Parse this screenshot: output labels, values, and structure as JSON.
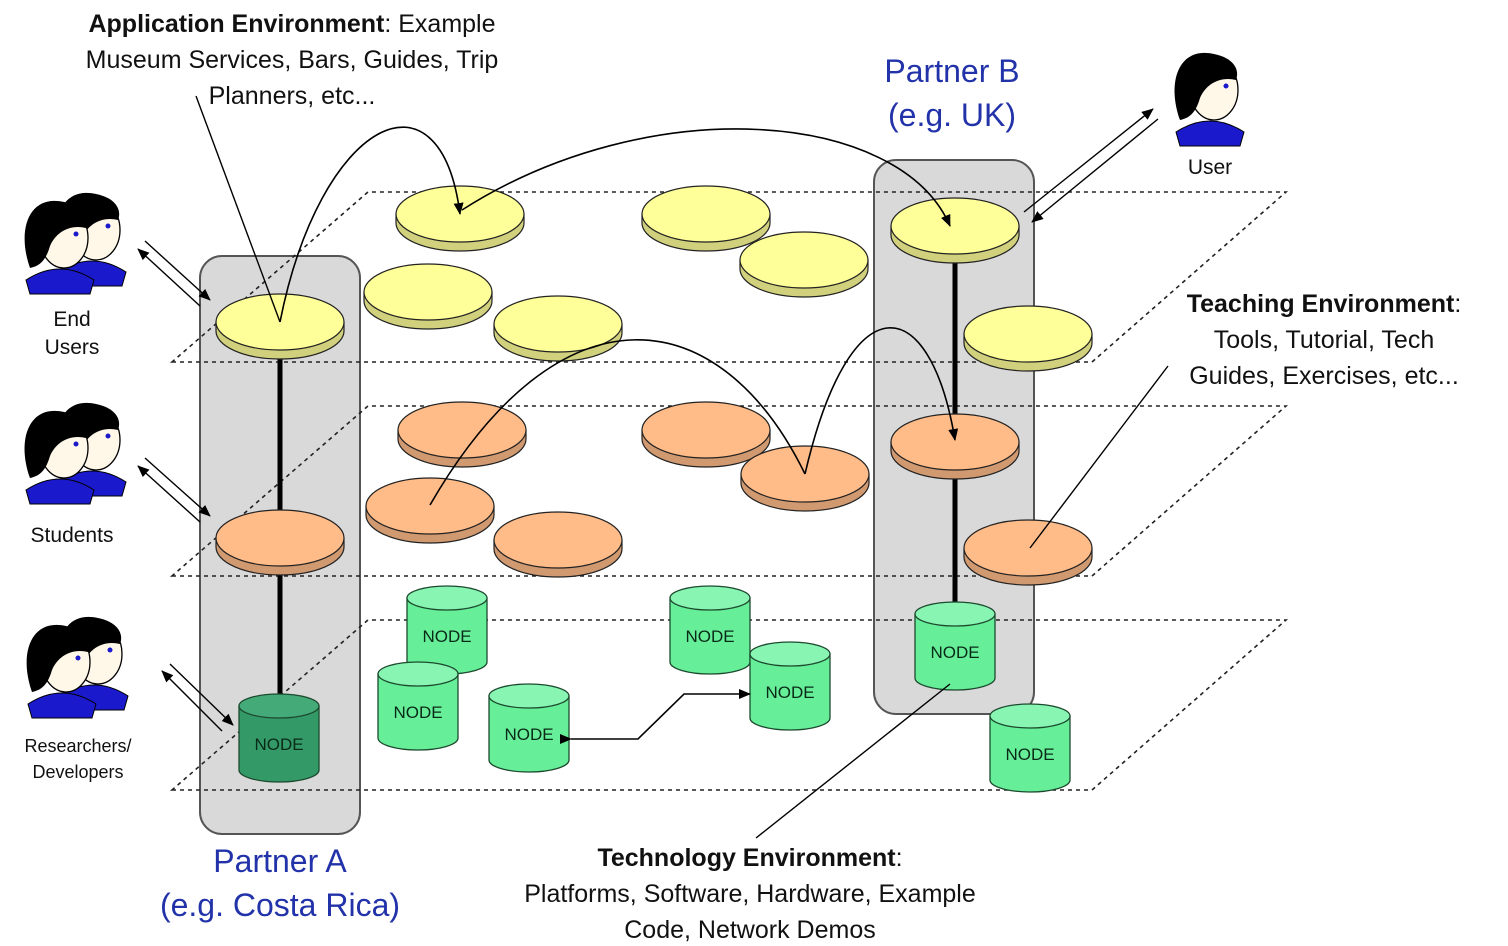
{
  "annotations": {
    "application": {
      "title": "Application Environment",
      "rest": ": Example",
      "line2": "Museum Services, Bars, Guides, Trip",
      "line3": "Planners, etc..."
    },
    "teaching": {
      "title": "Teaching Environment",
      "rest": ":",
      "line2": "Tools, Tutorial, Tech",
      "line3": "Guides, Exercises, etc..."
    },
    "technology": {
      "title": "Technology Environment",
      "rest": ":",
      "line2": "Platforms, Software, Hardware, Example",
      "line3": "Code, Network Demos"
    }
  },
  "partners": {
    "a": {
      "line1": "Partner A",
      "line2": "(e.g. Costa Rica)"
    },
    "b": {
      "line1": "Partner B",
      "line2": "(e.g. UK)"
    }
  },
  "people": {
    "end_users": {
      "line1": "End",
      "line2": "Users"
    },
    "students": {
      "line1": "Students"
    },
    "researchers": {
      "line1": "Researchers/",
      "line2": "Developers"
    },
    "user": {
      "line1": "User"
    }
  },
  "node_label": "NODE",
  "colors": {
    "application_disc": "#ffff99",
    "teaching_disc": "#ffbb88",
    "node": "#66ee99",
    "node_dark": "#339966",
    "partner_box": "#d9d9d9",
    "partner_text": "#2233aa"
  }
}
